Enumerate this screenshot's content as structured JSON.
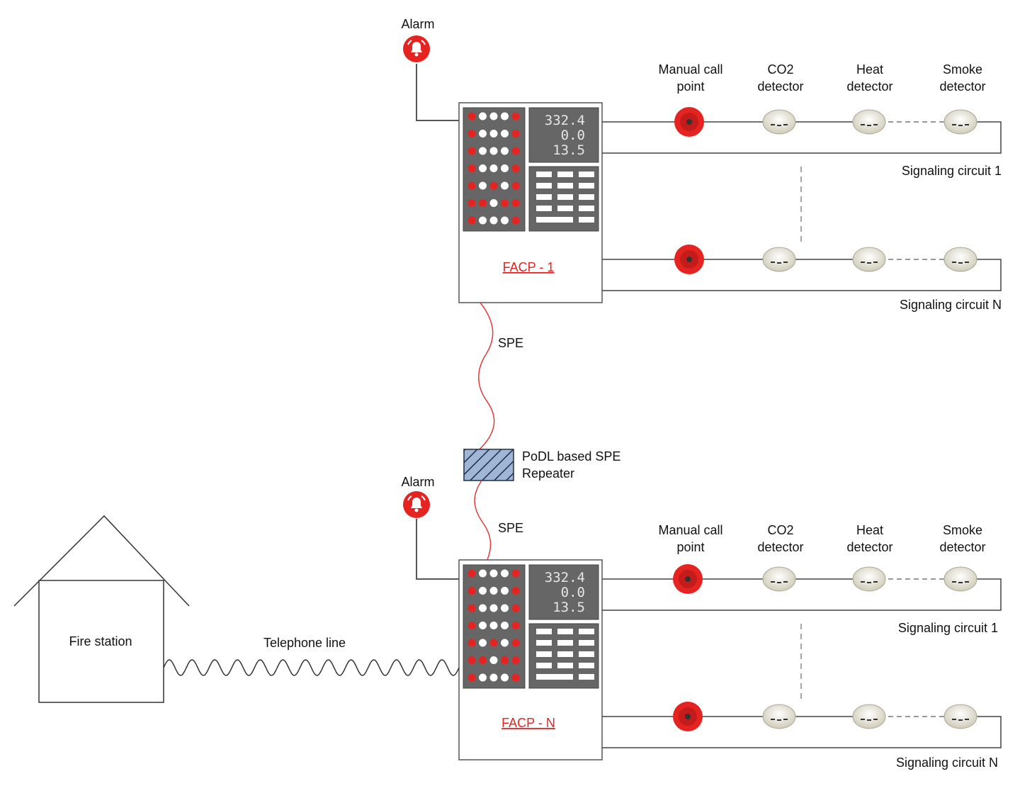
{
  "labels": {
    "alarm_top": "Alarm",
    "alarm_bottom": "Alarm",
    "manual_call_point_line1": "Manual call",
    "manual_call_point_line2": "point",
    "co2_line1": "CO2",
    "co2_line2": "detector",
    "heat_line1": "Heat",
    "heat_line2": "detector",
    "smoke_line1": "Smoke",
    "smoke_line2": "detector",
    "spe": "SPE",
    "repeater_line1": "PoDL based SPE",
    "repeater_line2": "Repeater",
    "telephone_line": "Telephone line",
    "fire_station": "Fire station"
  },
  "panels": [
    {
      "name": "FACP - 1",
      "readouts": [
        "332.4",
        "0.0",
        "13.5"
      ],
      "circuits": [
        "Signaling circuit 1",
        "Signaling circuit N"
      ]
    },
    {
      "name": "FACP - N",
      "readouts": [
        "332.4",
        "0.0",
        "13.5"
      ],
      "circuits": [
        "Signaling circuit 1",
        "Signaling circuit N"
      ]
    }
  ],
  "colors": {
    "alarm_red": "#e52421",
    "panel_grey": "#666666",
    "spe_cable": "#e23a3a",
    "repeater_fill": "#9fb6d6",
    "detector_body": "#e8e6d6",
    "line": "#444444"
  },
  "icons": {
    "alarm": "bell-icon",
    "manual_call_point": "manual-call-point-icon",
    "detector": "detector-icon",
    "repeater": "hatched-box-icon",
    "house": "house-icon"
  }
}
